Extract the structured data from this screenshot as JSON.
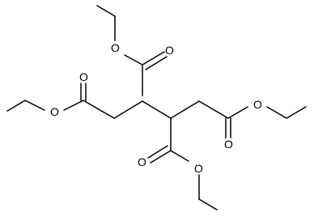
{
  "molecule": {
    "atoms": {
      "o_top_ester": "O",
      "o_top_carbonyl": "O",
      "o_left_ester": "O",
      "o_left_carbonyl": "O",
      "o_right_ester": "O",
      "o_right_carbonyl": "O",
      "o_bottom_carbonyl": "O",
      "o_bottom_ester": "O"
    }
  },
  "colors": {
    "bond": "#000000",
    "label": "#000000",
    "background": "#ffffff"
  }
}
